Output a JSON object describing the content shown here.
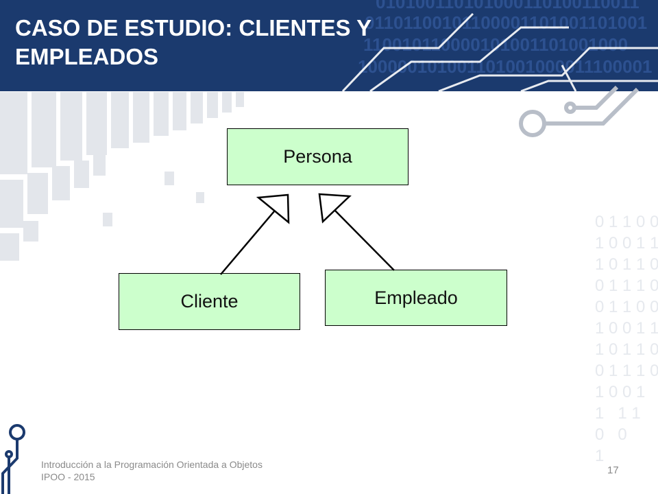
{
  "slide": {
    "title": "CASO DE ESTUDIO: CLIENTES Y EMPLEADOS",
    "header_binary": [
      "010100110101000110100110011",
      "01101100101100001101001101001",
      "110010110000101001101001000",
      "100000101001101001000011100001"
    ],
    "side_binary": "0 1 1 0 0\n1 0 0 1 1\n1 0 1 1 0\n0 1 1 1 0\n0 1 1 0 0\n1 0 0 1 1\n1 0 1 1 0\n0 1 1 1 0\n1 0 0 1\n1   1 1\n0   0\n1",
    "footer_line1": "Introducción a la Programación Orientada a Objetos",
    "footer_line2": "IPOO - 2015",
    "page_number": "17",
    "colors": {
      "header": "#1b3a6e",
      "class_fill": "#ccffcc",
      "circuit": "#b8bec8",
      "footer_text": "#8a8a8a"
    }
  },
  "diagram": {
    "classes": {
      "persona": "Persona",
      "cliente": "Cliente",
      "empleado": "Empleado"
    },
    "relations": [
      {
        "type": "generalization",
        "from": "cliente",
        "to": "persona"
      },
      {
        "type": "generalization",
        "from": "empleado",
        "to": "persona"
      }
    ]
  }
}
